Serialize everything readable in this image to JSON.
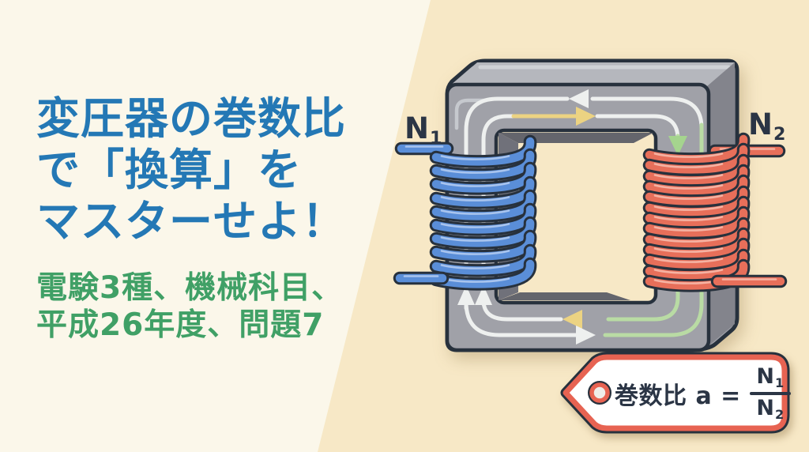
{
  "title": {
    "lines": [
      "変圧器の巻数比",
      "で「換算」を",
      "マスターせよ！"
    ]
  },
  "subtitle": {
    "lines": [
      "電験3種、機械科目、",
      "平成26年度、問題7"
    ]
  },
  "diagram": {
    "primary_label": {
      "base": "N",
      "sub": "1"
    },
    "secondary_label": {
      "base": "N",
      "sub": "2"
    },
    "primary_turns": 10,
    "secondary_turns": 13
  },
  "tag": {
    "label": "巻数比 a =",
    "numerator": {
      "base": "N",
      "sub": "1"
    },
    "denominator": {
      "base": "N",
      "sub": "2"
    }
  },
  "colors": {
    "bg_left": "#fbf7ea",
    "bg_right": "#f7e8c6",
    "title_blue": "#2478b5",
    "subtitle_green": "#40a066",
    "text_navy": "#2b3545",
    "outline_dark": "#27313d",
    "core_front": "#a0a1a8",
    "core_top": "#b5b7bd",
    "core_side": "#83848c",
    "core_inner": "#64656c",
    "coil_blue": "#5a8ed8",
    "coil_blue_light": "#a8c4ee",
    "coil_red": "#e76f5a",
    "coil_red_light": "#f5b2a2",
    "flux_white": "#eef0ef",
    "flux_yellow": "#ecd382",
    "flux_green": "#b9dba4",
    "tag_bg": "#ffffff",
    "tag_border": "#e76352"
  }
}
